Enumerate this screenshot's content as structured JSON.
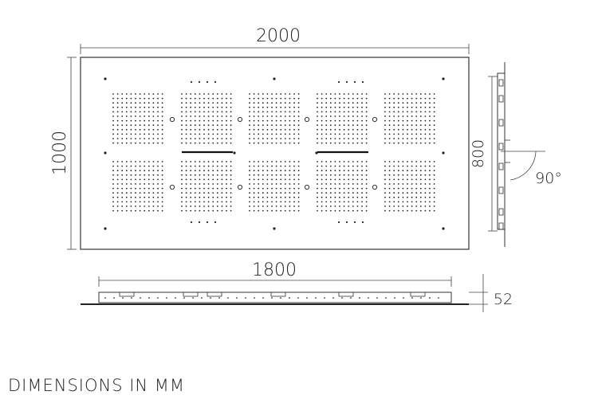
{
  "dimensions": {
    "width": "2000",
    "height": "1000",
    "depth_label": "800",
    "angle_label": "90°",
    "bottom_length": "1800",
    "thickness": "52"
  },
  "footer": {
    "note": "DIMENSIONS IN MM"
  }
}
